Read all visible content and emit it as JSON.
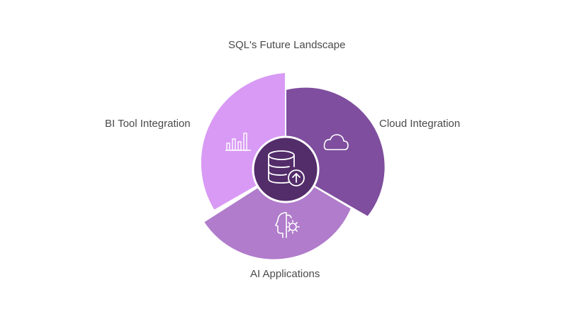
{
  "diagram": {
    "title": "SQL's Future Landscape",
    "segments": [
      {
        "label": "Cloud Integration",
        "icon": "cloud-icon",
        "color": "#7f4e9e"
      },
      {
        "label": "AI Applications",
        "icon": "ai-gear-head-icon",
        "color": "#b07ccb"
      },
      {
        "label": "BI Tool Integration",
        "icon": "bar-chart-icon",
        "color": "#d89af4"
      }
    ],
    "center": {
      "icon": "database-upload-icon",
      "color": "#532c6a"
    }
  }
}
